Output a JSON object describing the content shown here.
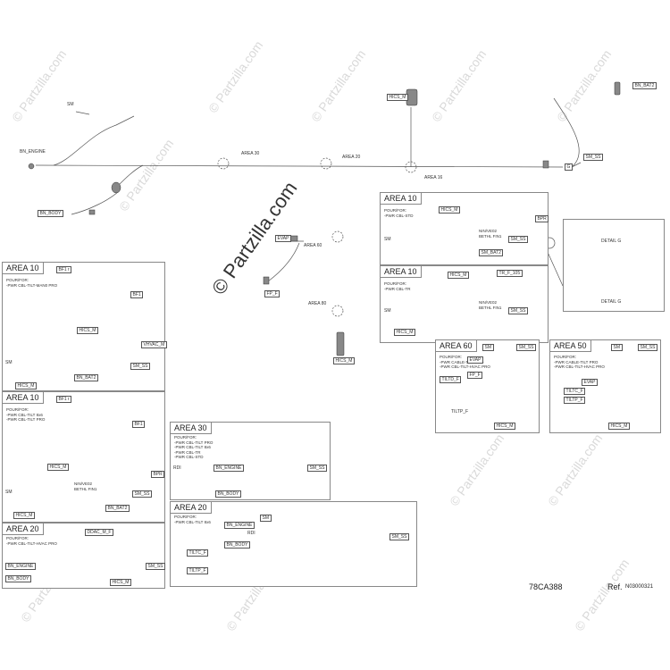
{
  "watermark": {
    "text": "© Partzilla.com"
  },
  "footer": {
    "code": "78CA388",
    "ref_label": "Ref.",
    "ref_value": "N03000321"
  },
  "main": {
    "labels": {
      "bn_engine": "BN_ENGINE",
      "sm": "SM",
      "bn_body": "BN_BODY",
      "area30": "AREA 30",
      "area20": "AREA 20",
      "area16": "AREA 16",
      "area60": "AREA 60",
      "area80": "AREA 80",
      "hics": "HICS_M",
      "bn_batt": "BN_BAT2",
      "sm_ss": "SM_SS",
      "evap": "EVAP",
      "fp_f": "FP_F",
      "g": "G",
      "hics_m": "HICS_M"
    }
  },
  "panels": {
    "p1": {
      "title": "AREA 10",
      "pour": "POUR/FOR:\n-PWR CBL-STD",
      "labels": [
        "HICS_M",
        "BPR",
        "SM",
        "NIN/VE02\nBETHL FIN1",
        "SM_SS",
        "SM_BAT2"
      ]
    },
    "p2": {
      "title": "AREA 10",
      "pour": "POUR/FOR:\n-PWR CBL-TR",
      "labels": [
        "HICS_M",
        "TR_F_105",
        "SM",
        "NIN/VE02\nBETHL FIN1",
        "SM_SS",
        "HICS_M"
      ]
    },
    "p3": {
      "title": "AREA 10",
      "pour": "POUR/FOR:\n-PWR CBL-TILT-MAN0 PRO",
      "labels": [
        "BF1 r",
        "BF1",
        "HICS_M",
        "VHVAC_M",
        "SM",
        "BN_BAT2",
        "SM_SS",
        "HICS_M"
      ]
    },
    "p4": {
      "title": "AREA 10",
      "pour": "POUR/FOR:\n-PWR CBL-TILT 8x6\n-PWR CBL-TILT PRO",
      "labels": [
        "BF1 r",
        "BF1",
        "HICS_M",
        "BPR",
        "SM",
        "SM_SS",
        "BN_BAT2",
        "HICS_M",
        "NIN/VE02\nBETHL FIN1"
      ]
    },
    "p5": {
      "title": "AREA 30",
      "pour": "POUR/FOR:\n-PWR CBL-TILT PRO\n-PWR CBL-TILT 8x6\n-PWR CBL-TR\n-PWR CBL-STD",
      "labels": [
        "BN_ENGINE",
        "SM_SS",
        "BN_BODY",
        "RDI"
      ]
    },
    "p6": {
      "title": "AREA 20",
      "pour": "POUR/FOR:\n-PWR CBL-TILT 8x6",
      "labels": [
        "BN_ENGINE",
        "SM",
        "RDI",
        "SM_SS",
        "BN_BODY",
        "TILTC_F",
        "TILTP_F"
      ]
    },
    "p7": {
      "title": "AREA 20",
      "pour": "POUR/FOR:\n-PWR CBL-TILT-HVAC PRO",
      "labels": [
        "DDAC_M_F",
        "BN_ENGINE",
        "SM_SS",
        "BN_BODY",
        "HICS_M"
      ]
    },
    "p8": {
      "title": "AREA 60",
      "pour": "POUR/FOR:\n-PWR CABLE-TILT PRO\n-PWR CBL-TILT-HVAC PRO",
      "labels": [
        "SM",
        "SM_SS",
        "EVAP",
        "FP_F",
        "TILTD_F",
        "TILTP_F",
        "HICS_M"
      ]
    },
    "p9": {
      "title": "AREA 50",
      "pour": "POUR/FOR:\n-PWR CABLE-TILT PRO\n-PWR CBL-TILT-HVAC PRO",
      "labels": [
        "SM",
        "SM_SS",
        "EVAP",
        "TILTC_F",
        "TILTP_F",
        "HICS_M"
      ]
    },
    "detail": {
      "title": "DETAIL G",
      "labels": [
        "DETAIL G"
      ]
    }
  }
}
